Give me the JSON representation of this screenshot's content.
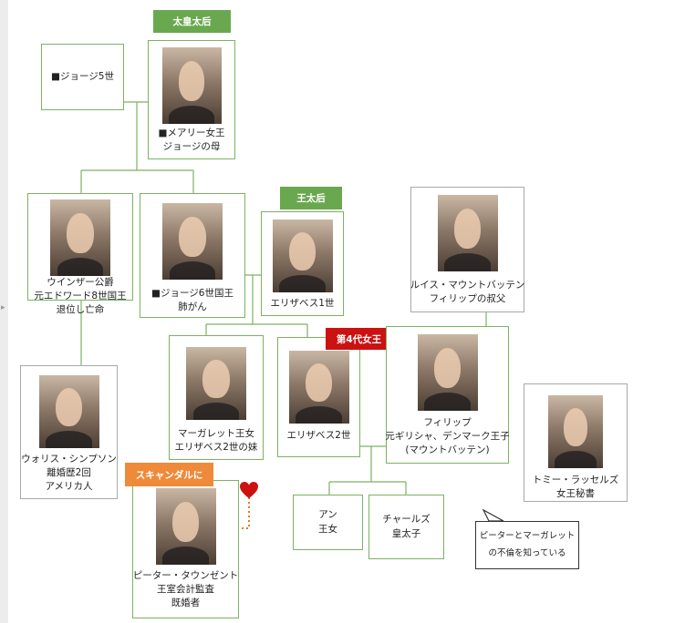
{
  "tags": {
    "grandmother": "太皇太后",
    "queen_mother": "王太后",
    "fourth_queen": "第4代女王",
    "scandal": "スキャンダルに"
  },
  "people": {
    "george5": {
      "line1": "■ジョージ5世"
    },
    "mary": {
      "line1": "■メアリー女王",
      "line2": "ジョージの母"
    },
    "windsor": {
      "line1": "ウインザー公爵",
      "line2": "元エドワード8世国王",
      "line3": "退位し亡命"
    },
    "george6": {
      "line1": "■ジョージ6世国王",
      "line2": "肺がん"
    },
    "elizabeth1": {
      "line1": "エリザベス1世"
    },
    "louis": {
      "line1": "ルイス・マウントバッテン",
      "line2": "フィリップの叔父"
    },
    "wallis": {
      "line1": "ウォリス・シンプソン",
      "line2": "離婚歴2回",
      "line3": "アメリカ人"
    },
    "margaret": {
      "line1": "マーガレット王女",
      "line2": "エリザベス2世の妹"
    },
    "elizabeth2": {
      "line1": "エリザベス2世"
    },
    "philip": {
      "line1": "フィリップ",
      "line2": "元ギリシャ、デンマーク王子",
      "line3": "(マウントバッテン)"
    },
    "tommy": {
      "line1": "トミー・ラッセルズ",
      "line2": "女王秘書"
    },
    "peter": {
      "line1": "ピーター・タウンゼント",
      "line2": "王室会計監査",
      "line3": "既婚者"
    },
    "anne": {
      "line1": "アン",
      "line2": "王女"
    },
    "charles": {
      "line1": "チャールズ",
      "line2": "皇太子"
    }
  },
  "callout": {
    "line1": "ピーターとマーガレット",
    "line2": "の不倫を知っている"
  },
  "colors": {
    "green_border": "#7cb261",
    "green_tag": "#6aa84f",
    "red_tag": "#cc1111",
    "orange_tag": "#ee8a3a",
    "heart": "#cc1111",
    "affair_line": "#e07b2a"
  },
  "icons": {
    "heart": "heart-icon",
    "arrow": "arrow-right-icon"
  }
}
